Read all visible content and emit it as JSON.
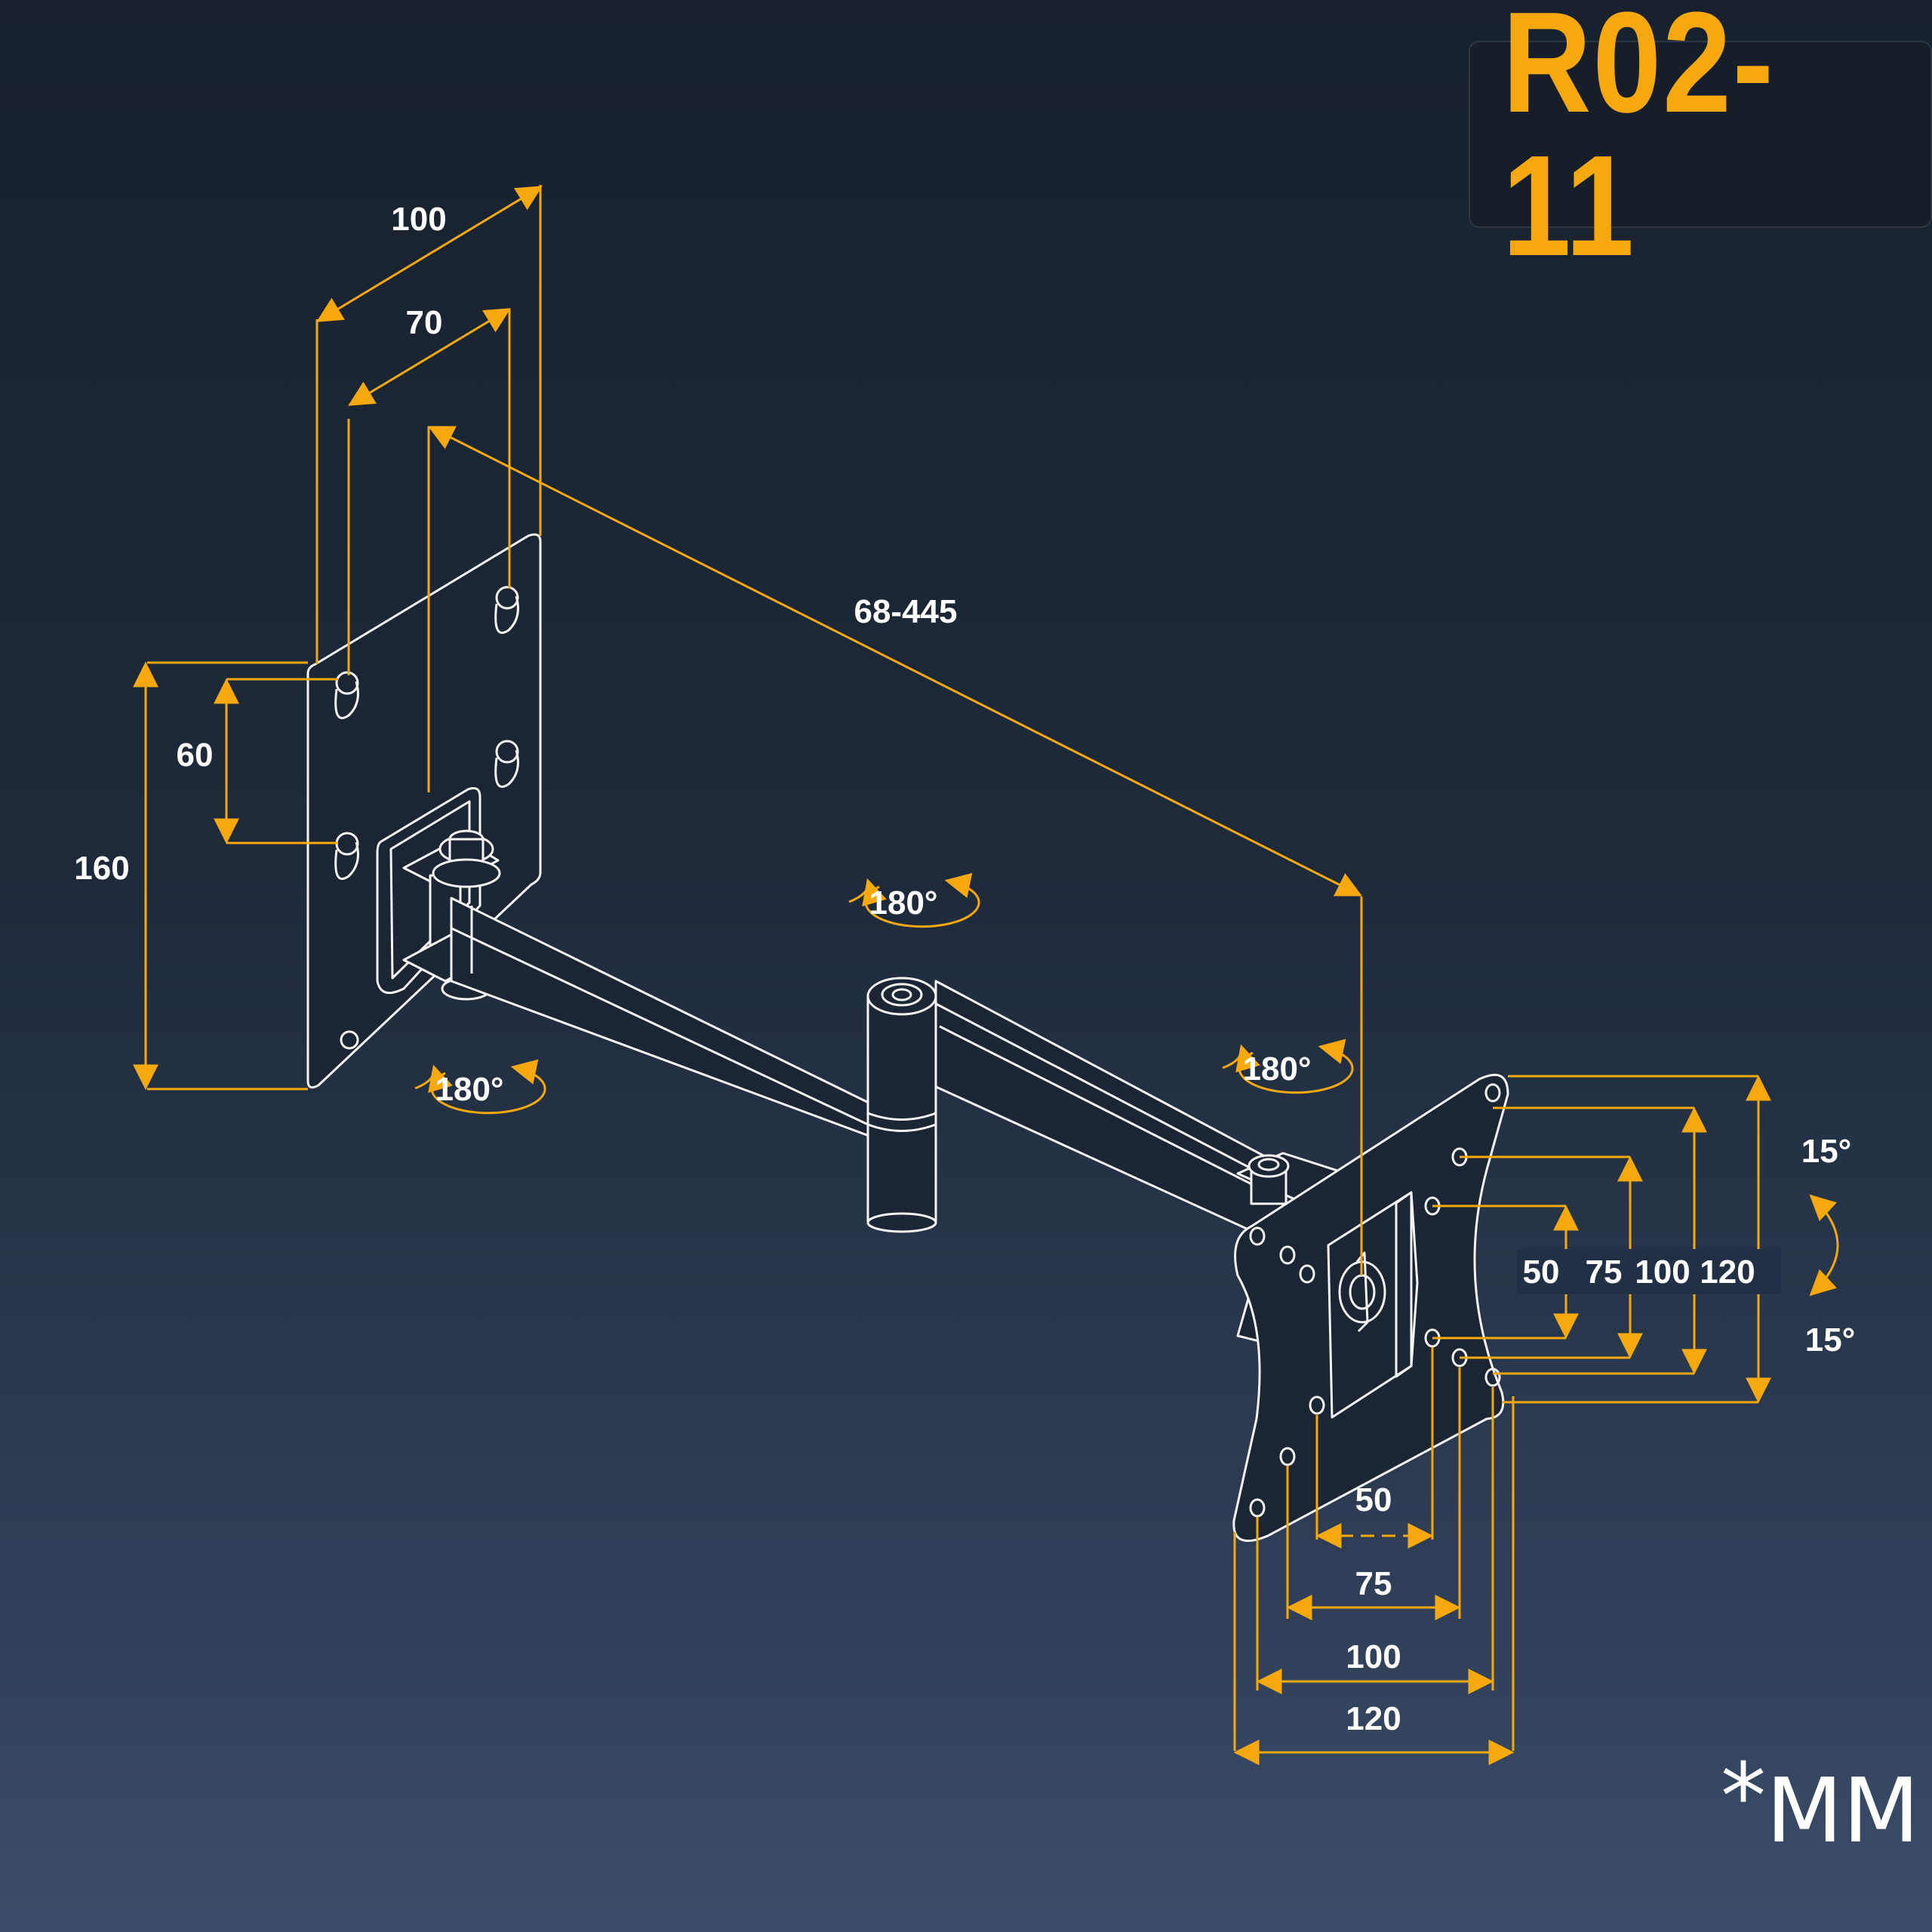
{
  "model_code": "R02-11",
  "units": {
    "star": "*",
    "label": "MM"
  },
  "wall_plate": {
    "width": "100",
    "inner_width": "70",
    "height": "160",
    "hole_spacing": "60"
  },
  "arm": {
    "extension": "68-445"
  },
  "rotations": {
    "wall_joint": "180°",
    "middle_joint": "180°",
    "head_joint": "180°"
  },
  "tilt": {
    "up": "15°",
    "down": "15°"
  },
  "vesa": {
    "vertical": [
      "50",
      "75",
      "100",
      "120"
    ],
    "horizontal": [
      "50",
      "75",
      "100",
      "120"
    ]
  },
  "colors": {
    "accent": "#f5a90f",
    "line": "#f4f4f4",
    "background": "#1e2a3a"
  }
}
